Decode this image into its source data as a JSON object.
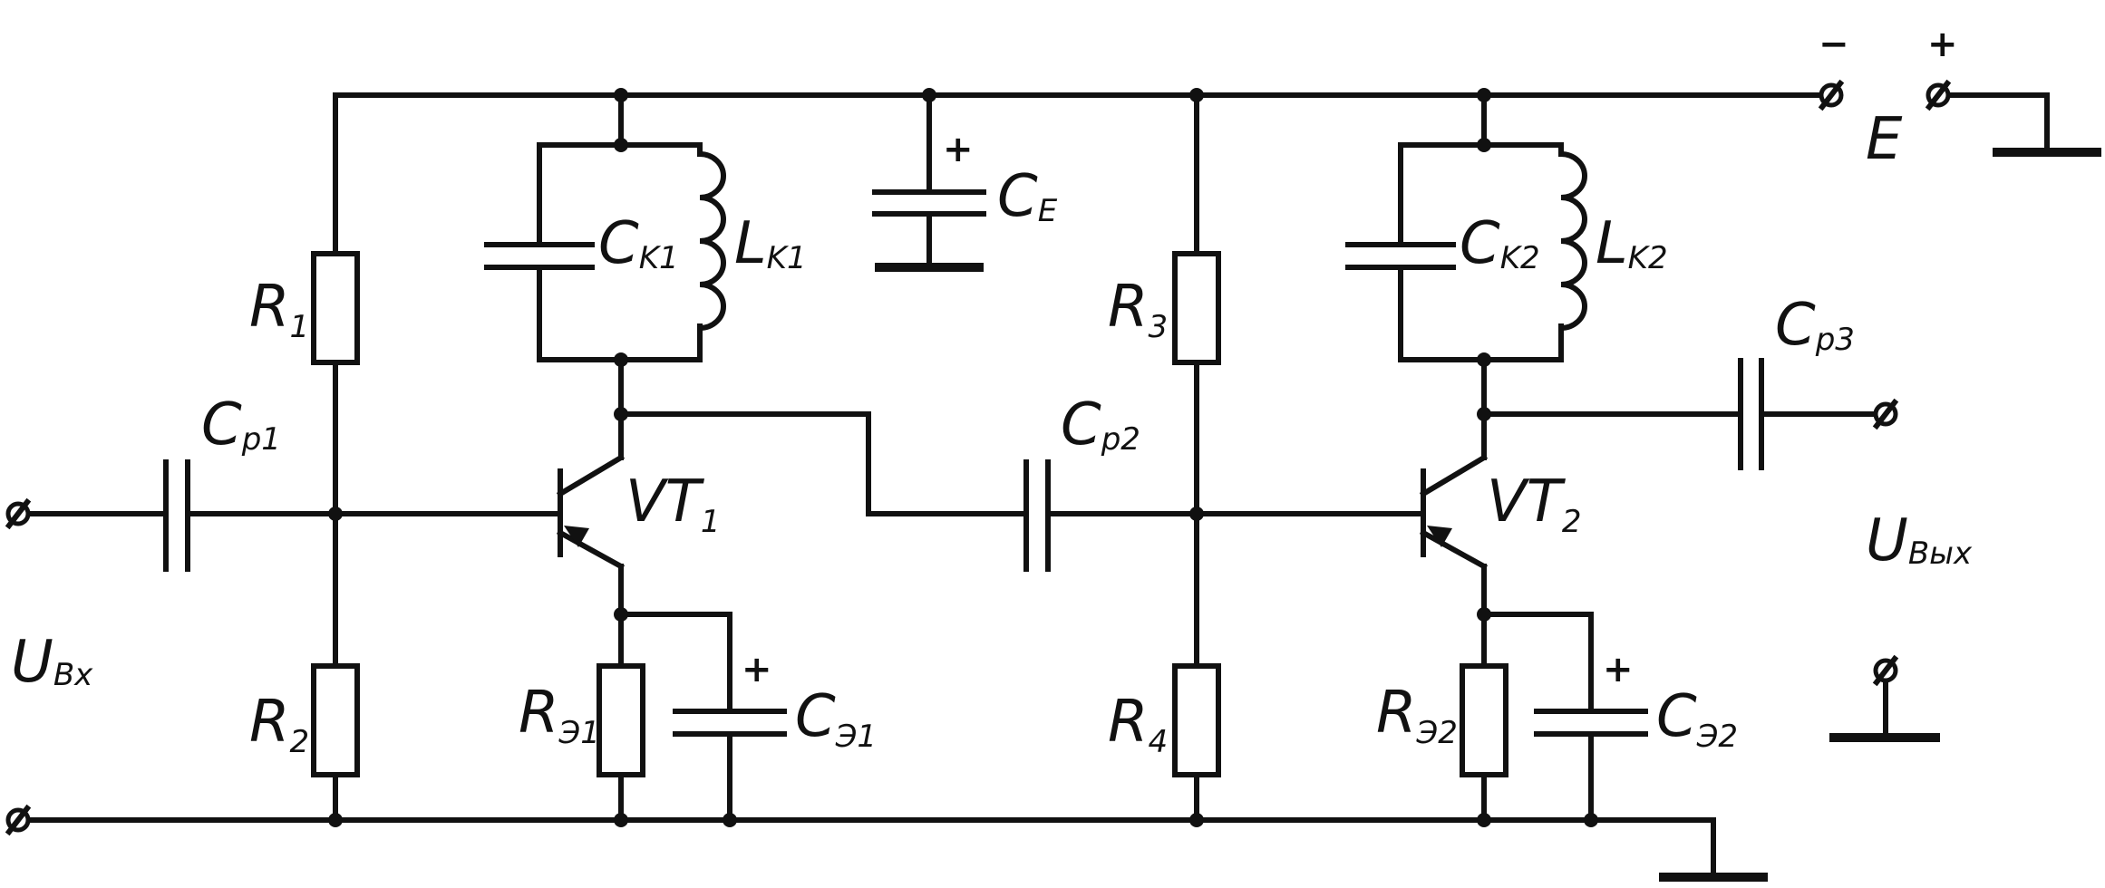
{
  "labels": {
    "R1": {
      "main": "R",
      "sub": "1"
    },
    "R2": {
      "main": "R",
      "sub": "2"
    },
    "R3": {
      "main": "R",
      "sub": "3"
    },
    "R4": {
      "main": "R",
      "sub": "4"
    },
    "RE1": {
      "main": "R",
      "sub": "Э1"
    },
    "RE2": {
      "main": "R",
      "sub": "Э2"
    },
    "CK1": {
      "main": "C",
      "sub": "K1"
    },
    "CK2": {
      "main": "C",
      "sub": "K2"
    },
    "LK1": {
      "main": "L",
      "sub": "K1"
    },
    "LK2": {
      "main": "L",
      "sub": "K2"
    },
    "CE": {
      "main": "C",
      "sub": "E"
    },
    "Cp1": {
      "main": "C",
      "sub": "p1"
    },
    "Cp2": {
      "main": "C",
      "sub": "p2"
    },
    "Cp3": {
      "main": "C",
      "sub": "p3"
    },
    "CE1": {
      "main": "C",
      "sub": "Э1"
    },
    "CE2": {
      "main": "C",
      "sub": "Э2"
    },
    "VT1": {
      "main": "VT",
      "sub": "1"
    },
    "VT2": {
      "main": "VT",
      "sub": "2"
    },
    "Uin": {
      "main": "U",
      "sub": "Вх"
    },
    "Uout": {
      "main": "U",
      "sub": "Вых"
    },
    "E": {
      "main": "E"
    }
  },
  "signs": {
    "minus": "−",
    "plus": "+"
  }
}
